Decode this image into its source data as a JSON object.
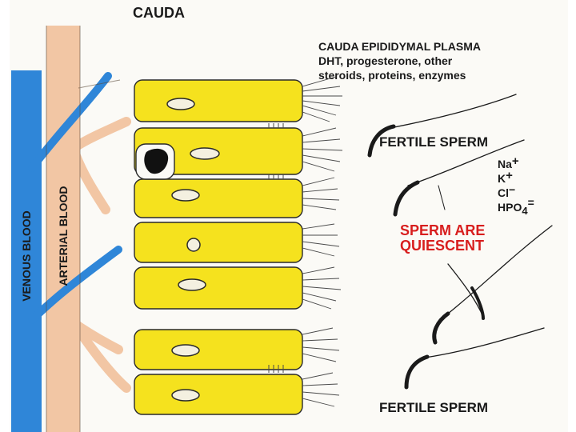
{
  "title": "CAUDA",
  "plasma": {
    "line1": "CAUDA EPIDIDYMAL PLASMA",
    "line2": "DHT, progesterone, other",
    "line3": "steroids, proteins, enzymes"
  },
  "venous_label": "VENOUS BLOOD",
  "arterial_label": "ARTERIAL BLOOD",
  "fertile_top": "FERTILE SPERM",
  "fertile_bottom": "FERTILE SPERM",
  "ions": {
    "na": "Na",
    "na_charge": "+",
    "k": "K",
    "k_charge": "+",
    "cl": "Cl",
    "cl_charge": "−",
    "hpo": "HPO",
    "hpo_sub": "4",
    "hpo_charge": "="
  },
  "quiescent": {
    "line1": "SPERM ARE",
    "line2": "QUIESCENT"
  },
  "colors": {
    "venous": "#2f86d8",
    "arterial": "#f2c6a4",
    "cell": "#f5e21e",
    "red_text": "#d81e1e"
  }
}
